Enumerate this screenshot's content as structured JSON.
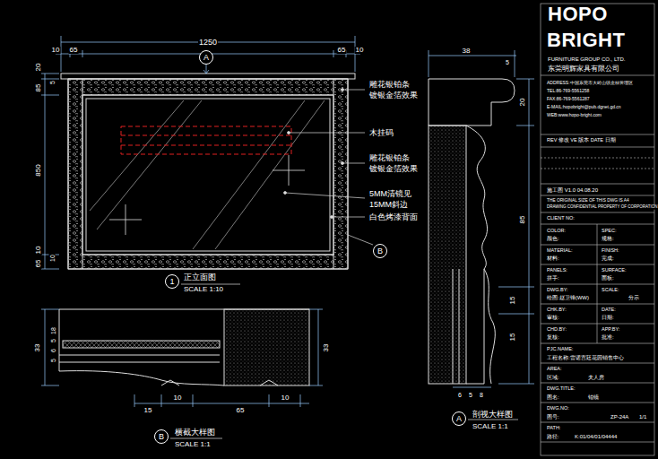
{
  "diagram": {
    "nodes": [
      {
        "text": [
          "A"
        ]
      },
      {
        "text": [
          "B"
        ]
      },
      {
        "text": [
          "1"
        ]
      },
      {
        "text": [
          "B"
        ]
      },
      {
        "text": [
          "A"
        ]
      }
    ],
    "labels": [
      "1250",
      "10",
      "65",
      "65",
      "10",
      "20",
      "85",
      "5",
      "850",
      "10",
      "10",
      "65",
      "雕花银铂条",
      "镀银金箔效果",
      "木挂码",
      "雕花银铂条",
      "镀银金箔效果",
      "5MM清镜见",
      "15MM斜边",
      "白色烤漆背面",
      "正立面图",
      "SCALE 1:10",
      "33",
      "18",
      "5",
      "6",
      "5",
      "33",
      "15",
      "10",
      "10",
      "65",
      "横截大样图",
      "SCALE 1:1",
      "38",
      "5",
      "20",
      "85",
      "15",
      "15",
      "6",
      "5",
      "8",
      "剖视大样图",
      "SCALE 1:1",
      "HOPO",
      "BRIGHT",
      "FURNITURE GROUP CO., LTD.",
      "东莞明辉家具有限公司",
      "ADDRESS:中国东莞市大岭山镇金桔管理区",
      "TEL:86-769-5561258",
      "FAX:86-769-5561287",
      "E-MAIL:hopobright@pub.dgnet.gd.cn",
      "WEB:www.hopo-bright.com",
      "REV 修改 VE 版本 DATE 日期",
      "施工图 V1.0 04.08.20",
      "THE ORIGINAL SIZE OF THIS DWG IS A4",
      "DRAWING CONFIDENTIAL PROPERTY OF CORPORATION",
      "CLIENT NO:",
      "COLOR:",
      "SPEC:",
      "颜色:",
      "规格:",
      "MATERIAL:",
      "FINISH:",
      "材料:",
      "完成:",
      "PANELS:",
      "SURFACE:",
      "拼手:",
      "面板:",
      "DWG.BY:",
      "SCALE:",
      "绘图:赵卫锋(WW)",
      "分示",
      "CHK.BY:",
      "DATE:",
      "审核:",
      "日期:",
      "CHD.BY:",
      "APP.BY:",
      "复核:",
      "批准:",
      "PJC.NAME:",
      "工程名称:雷诺宫廷花园销售中心",
      "AREA:",
      "区域:",
      "夫人房",
      "DWG.TITLE:",
      "图名:",
      "铂镜",
      "DWG.NO:",
      "图号:",
      "ZP-24A",
      "1/1",
      "PATH:",
      "路径:",
      "K:01/04/01/04444"
    ]
  }
}
